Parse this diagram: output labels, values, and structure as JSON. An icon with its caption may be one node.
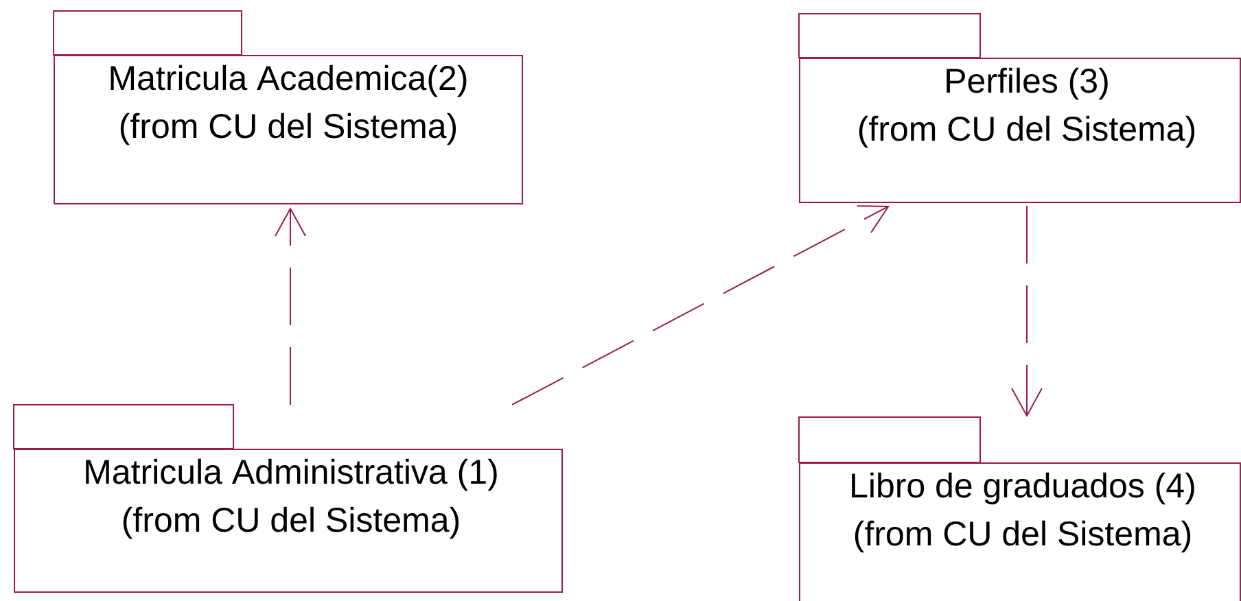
{
  "diagram": {
    "nodes": [
      {
        "text": [
          "Matricula Academica(2)",
          "(from CU del Sistema)"
        ]
      },
      {
        "text": [
          "Perfiles (3)",
          "(from CU del Sistema)"
        ]
      },
      {
        "text": [
          "Matricula Administrativa (1)",
          "(from CU del Sistema)"
        ]
      },
      {
        "text": [
          "Libro de graduados (4)",
          "(from CU del Sistema)"
        ]
      }
    ],
    "edges": [
      {
        "from": 2,
        "to": 0,
        "arrow": "to",
        "style": "dashed"
      },
      {
        "from": 2,
        "to": 1,
        "arrow": "to",
        "style": "dashed"
      },
      {
        "from": 1,
        "to": 3,
        "arrow": "to",
        "style": "dashed"
      }
    ]
  }
}
